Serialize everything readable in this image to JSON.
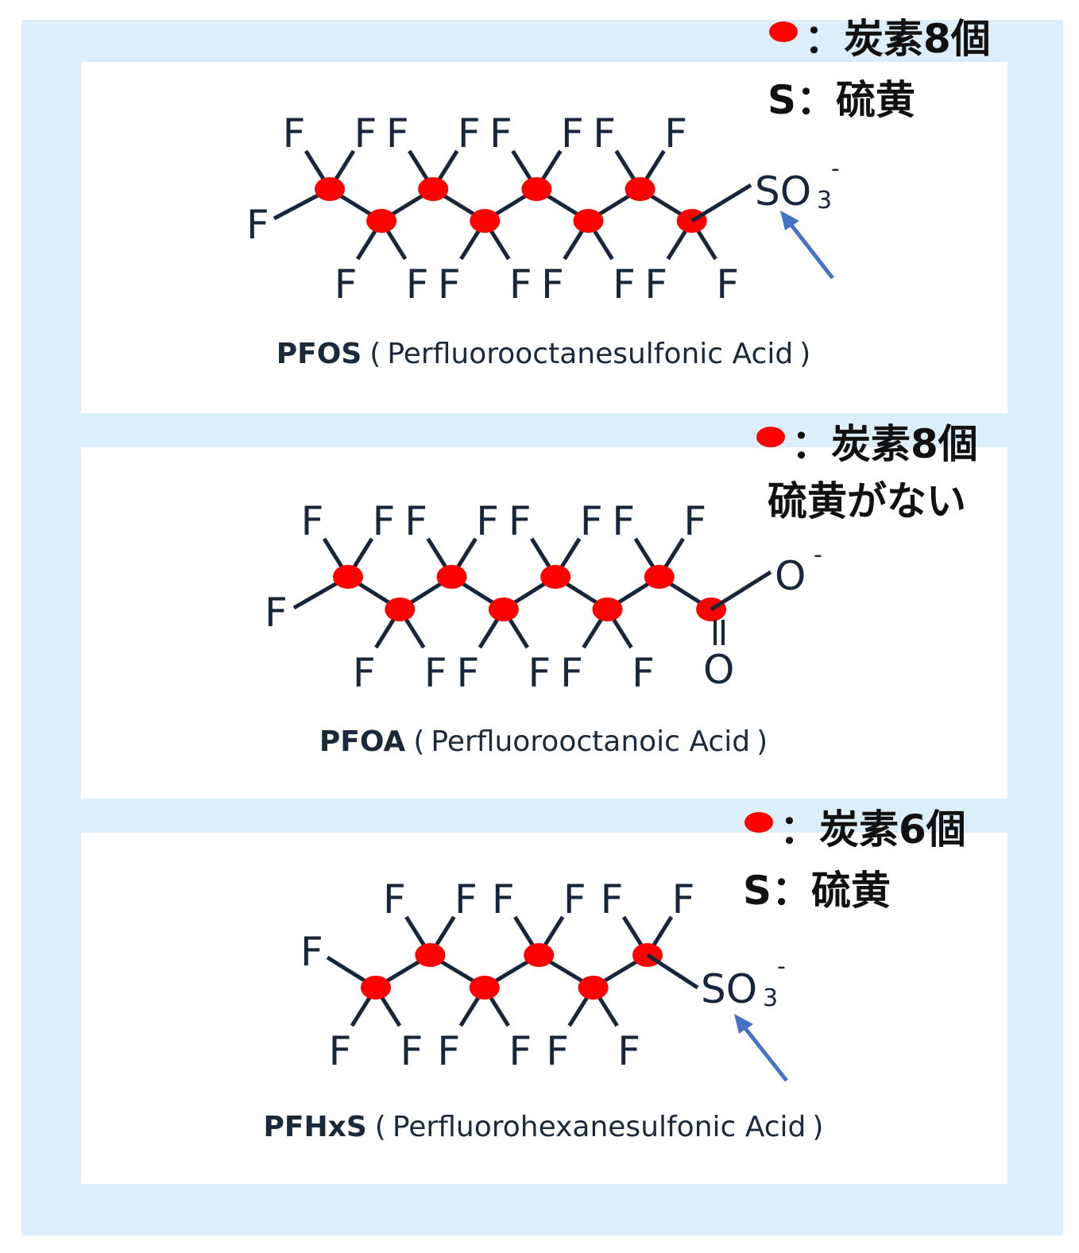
{
  "colors": {
    "frame": "#DDEEFB",
    "panel": "#FFFFFF",
    "carbon": "#FF0000",
    "bond": "#17263a",
    "arrow": "#4472C4"
  },
  "atoms": {
    "fluorine": "F",
    "sulfonate": "SO",
    "sulfonate_sub": "3",
    "charge": "-",
    "oxygen": "O"
  },
  "molecules": [
    {
      "abbr": "PFOS",
      "open": "(",
      "full": "Perfluorooctanesulfonic Acid",
      "close": ")",
      "carbon_count": 8,
      "legend": {
        "carbon": "：炭素8個",
        "sulfur": "S：硫黄"
      }
    },
    {
      "abbr": "PFOA",
      "open": "(",
      "full": "Perfluorooctanoic Acid",
      "close": ")",
      "carbon_count": 8,
      "legend": {
        "carbon": "：炭素8個",
        "sulfur": "硫黄がない"
      }
    },
    {
      "abbr": "PFHxS",
      "open": "(",
      "full": "Perfluorohexanesulfonic Acid",
      "close": ")",
      "carbon_count": 6,
      "legend": {
        "carbon": "：炭素6個",
        "sulfur": "S：硫黄"
      }
    }
  ]
}
